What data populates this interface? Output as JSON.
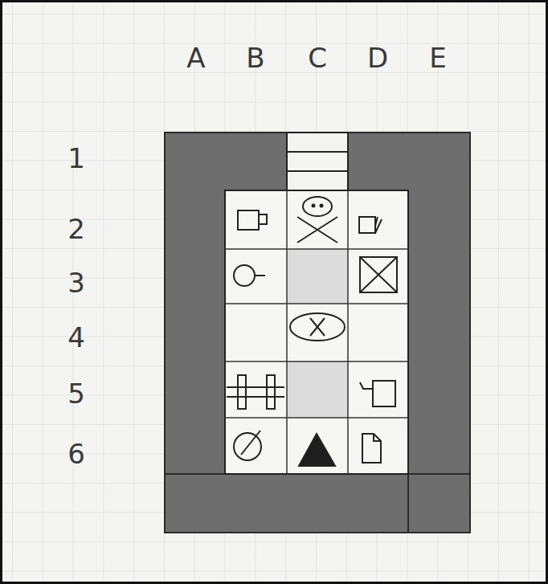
{
  "diagram": {
    "labels": [
      "A",
      "B",
      "C",
      "D",
      "E",
      "1",
      "2",
      "3",
      "4",
      "5",
      "6"
    ]
  }
}
